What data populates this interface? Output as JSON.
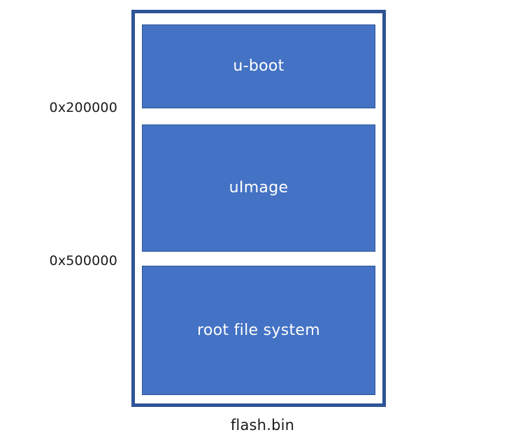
{
  "diagram": {
    "kind": "flash-memory-partition-layout",
    "caption": "flash.bin",
    "colors": {
      "block_fill": "#4472c4",
      "block_outline": "#2f5597",
      "frame": "#2e5496",
      "block_text": "#ffffff",
      "label_text": "#1a1a1a",
      "background": "#ffffff"
    },
    "address_labels": [
      {
        "text": "0x200000"
      },
      {
        "text": "0x500000"
      }
    ],
    "partitions": [
      {
        "name": "u-boot",
        "label": "u-boot"
      },
      {
        "name": "uimage",
        "label": "uImage"
      },
      {
        "name": "root-file-system",
        "label": "root file system"
      }
    ]
  }
}
